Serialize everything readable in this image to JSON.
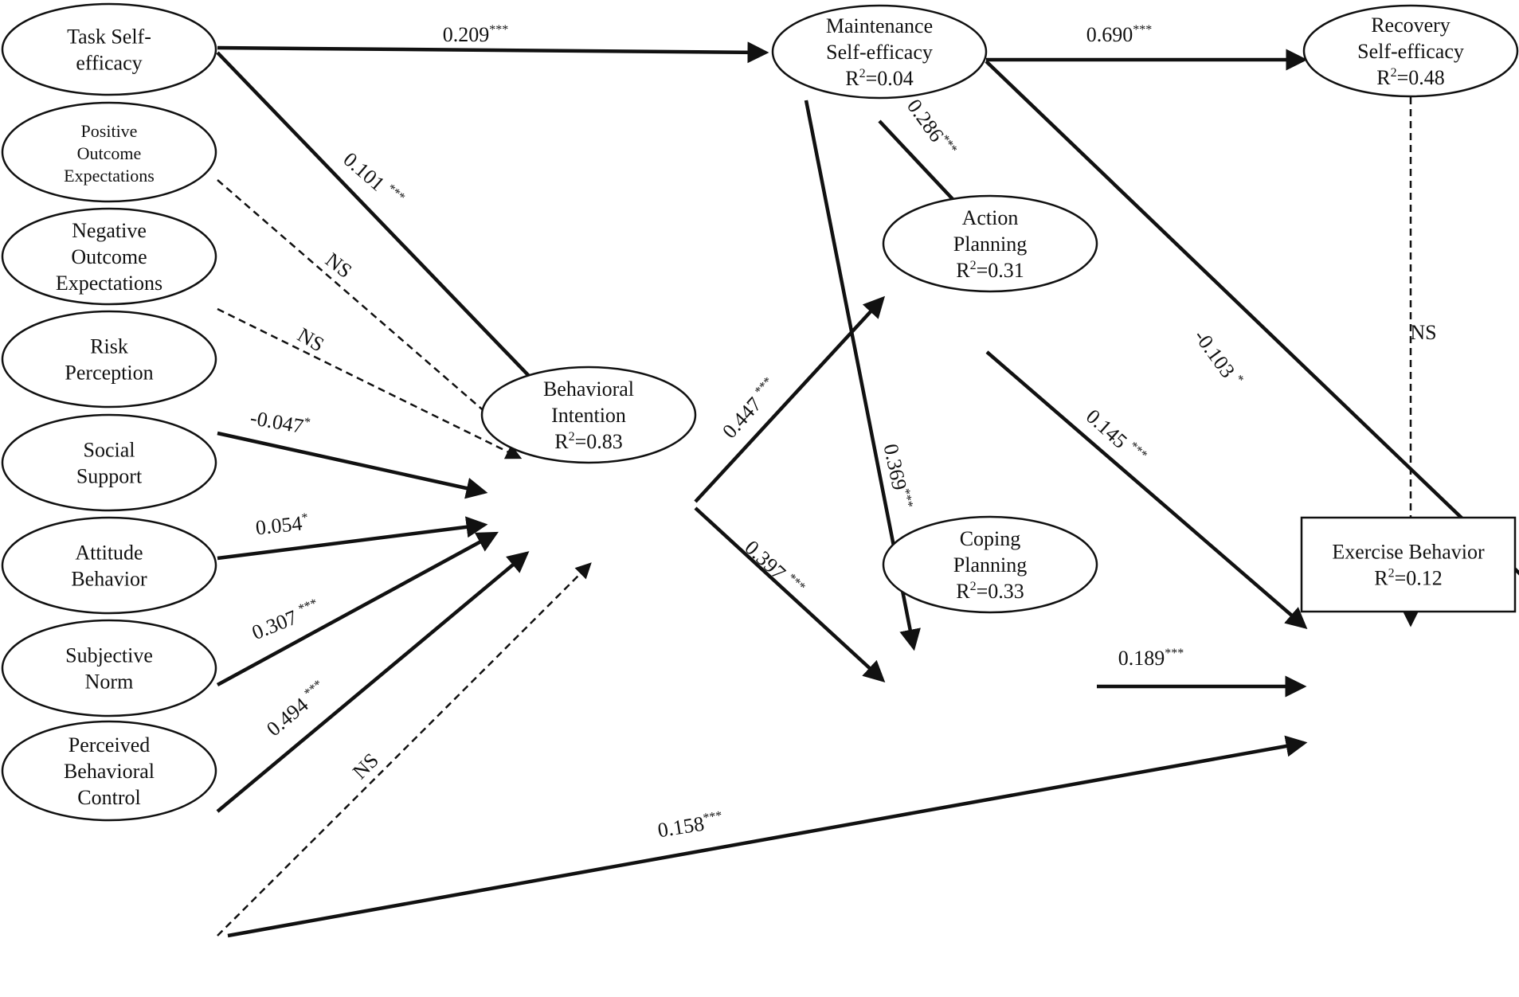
{
  "nodes": {
    "task_self_efficacy": {
      "lines": [
        "Task Self-",
        "efficacy"
      ]
    },
    "positive_outcome_expectations": {
      "lines": [
        "Positive",
        "Outcome",
        "Expectations"
      ]
    },
    "negative_outcome_expectations": {
      "lines": [
        "Negative",
        "Outcome",
        "Expectations"
      ]
    },
    "risk_perception": {
      "lines": [
        "Risk",
        "Perception"
      ]
    },
    "social_support": {
      "lines": [
        "Social",
        "Support"
      ]
    },
    "attitude_behavior": {
      "lines": [
        "Attitude",
        "Behavior"
      ]
    },
    "subjective_norm": {
      "lines": [
        "Subjective",
        "Norm"
      ]
    },
    "perceived_behavioral_control": {
      "lines": [
        "Perceived",
        "Behavioral",
        "Control"
      ]
    },
    "behavioral_intention": {
      "lines": [
        "Behavioral",
        "Intention"
      ],
      "r2": "=0.83"
    },
    "maintenance_self_efficacy": {
      "lines": [
        "Maintenance",
        "Self-efficacy"
      ],
      "r2": "=0.04"
    },
    "recovery_self_efficacy": {
      "lines": [
        "Recovery",
        "Self-efficacy"
      ],
      "r2": "=0.48"
    },
    "action_planning": {
      "lines": [
        "Action",
        "Planning"
      ],
      "r2": "=0.31"
    },
    "coping_planning": {
      "lines": [
        "Coping",
        "Planning"
      ],
      "r2": "=0.33"
    },
    "exercise_behavior": {
      "lines": [
        "Exercise Behavior"
      ],
      "r2": "=0.12"
    }
  },
  "r2_prefix": "R",
  "r2_sup": "2",
  "paths": {
    "task_to_maintenance": {
      "value": "0.209",
      "sig": "***",
      "significant": true
    },
    "task_to_intention": {
      "value": "0.101 ",
      "sig": "***",
      "significant": true
    },
    "positive_to_intention": {
      "value": "NS",
      "sig": "",
      "significant": false
    },
    "negative_to_intention": {
      "value": "NS",
      "sig": "",
      "significant": false
    },
    "risk_to_intention": {
      "value": "-0.047",
      "sig": "*",
      "significant": true
    },
    "social_to_intention": {
      "value": "0.054",
      "sig": "*",
      "significant": true
    },
    "attitude_to_intention": {
      "value": "0.307 ",
      "sig": "***",
      "significant": true
    },
    "subjective_to_intention": {
      "value": "0.494 ",
      "sig": "***",
      "significant": true
    },
    "pbc_to_intention": {
      "value": "NS",
      "sig": "",
      "significant": false
    },
    "pbc_to_exercise": {
      "value": "0.158",
      "sig": "***",
      "significant": true
    },
    "maintenance_to_recovery": {
      "value": "0.690",
      "sig": "***",
      "significant": true
    },
    "maintenance_to_action": {
      "value": "0.286",
      "sig": "***",
      "significant": true
    },
    "maintenance_to_coping": {
      "value": "0.369",
      "sig": "***",
      "significant": true
    },
    "maintenance_to_exercise": {
      "value": "-0.103 ",
      "sig": "*",
      "significant": true
    },
    "recovery_to_exercise": {
      "value": "NS",
      "sig": "",
      "significant": false
    },
    "intention_to_action": {
      "value": "0.447 ",
      "sig": "***",
      "significant": true
    },
    "intention_to_coping": {
      "value": "0.397 ",
      "sig": "***",
      "significant": true
    },
    "action_to_exercise": {
      "value": "0.145 ",
      "sig": "***",
      "significant": true
    },
    "coping_to_exercise": {
      "value": "0.189",
      "sig": "***",
      "significant": true
    }
  }
}
